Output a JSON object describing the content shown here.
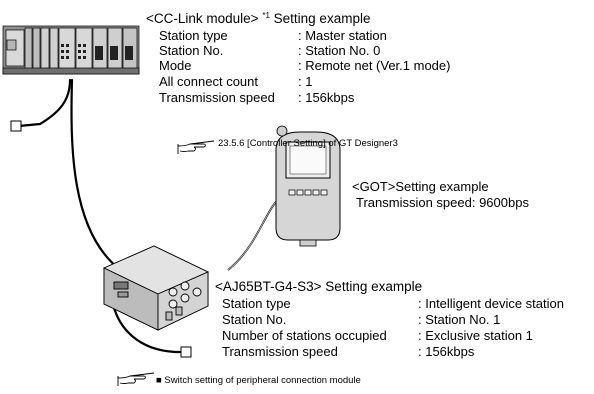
{
  "cclink": {
    "prefix": "<CC-Link module>",
    "sup": "*1",
    "suffix": "Setting example",
    "rows": [
      {
        "label": "Station type",
        "value": ": Master station"
      },
      {
        "label": "Station No.",
        "value": ": Station No. 0"
      },
      {
        "label": "Mode",
        "value": ": Remote net (Ver.1 mode)"
      },
      {
        "label": "All connect count",
        "value": ": 1"
      },
      {
        "label": "Transmission speed",
        "value": ": 156kbps"
      }
    ]
  },
  "ref1": {
    "text": "23.5.6 [Controller Setting] of GT Designer3"
  },
  "got": {
    "title": "<GOT>Setting example",
    "speed": "Transmission speed: 9600bps"
  },
  "aj65": {
    "title": "<AJ65BT-G4-S3> Setting example",
    "rows": [
      {
        "label": "Station type",
        "value": ": Intelligent device station"
      },
      {
        "label": "Station No.",
        "value": ": Station No. 1"
      },
      {
        "label": "Number of stations occupied",
        "value": ": Exclusive station 1"
      },
      {
        "label": "Transmission speed",
        "value": ": 156kbps"
      }
    ]
  },
  "ref2": {
    "bullet": "■",
    "text": "Switch setting of peripheral connection module"
  },
  "icons": {
    "plc": "plc-rack-icon",
    "got": "got-terminal-icon",
    "module": "peripheral-connection-module-icon",
    "terminator": "terminator-square-icon",
    "reference": "reference-hand-icon"
  }
}
